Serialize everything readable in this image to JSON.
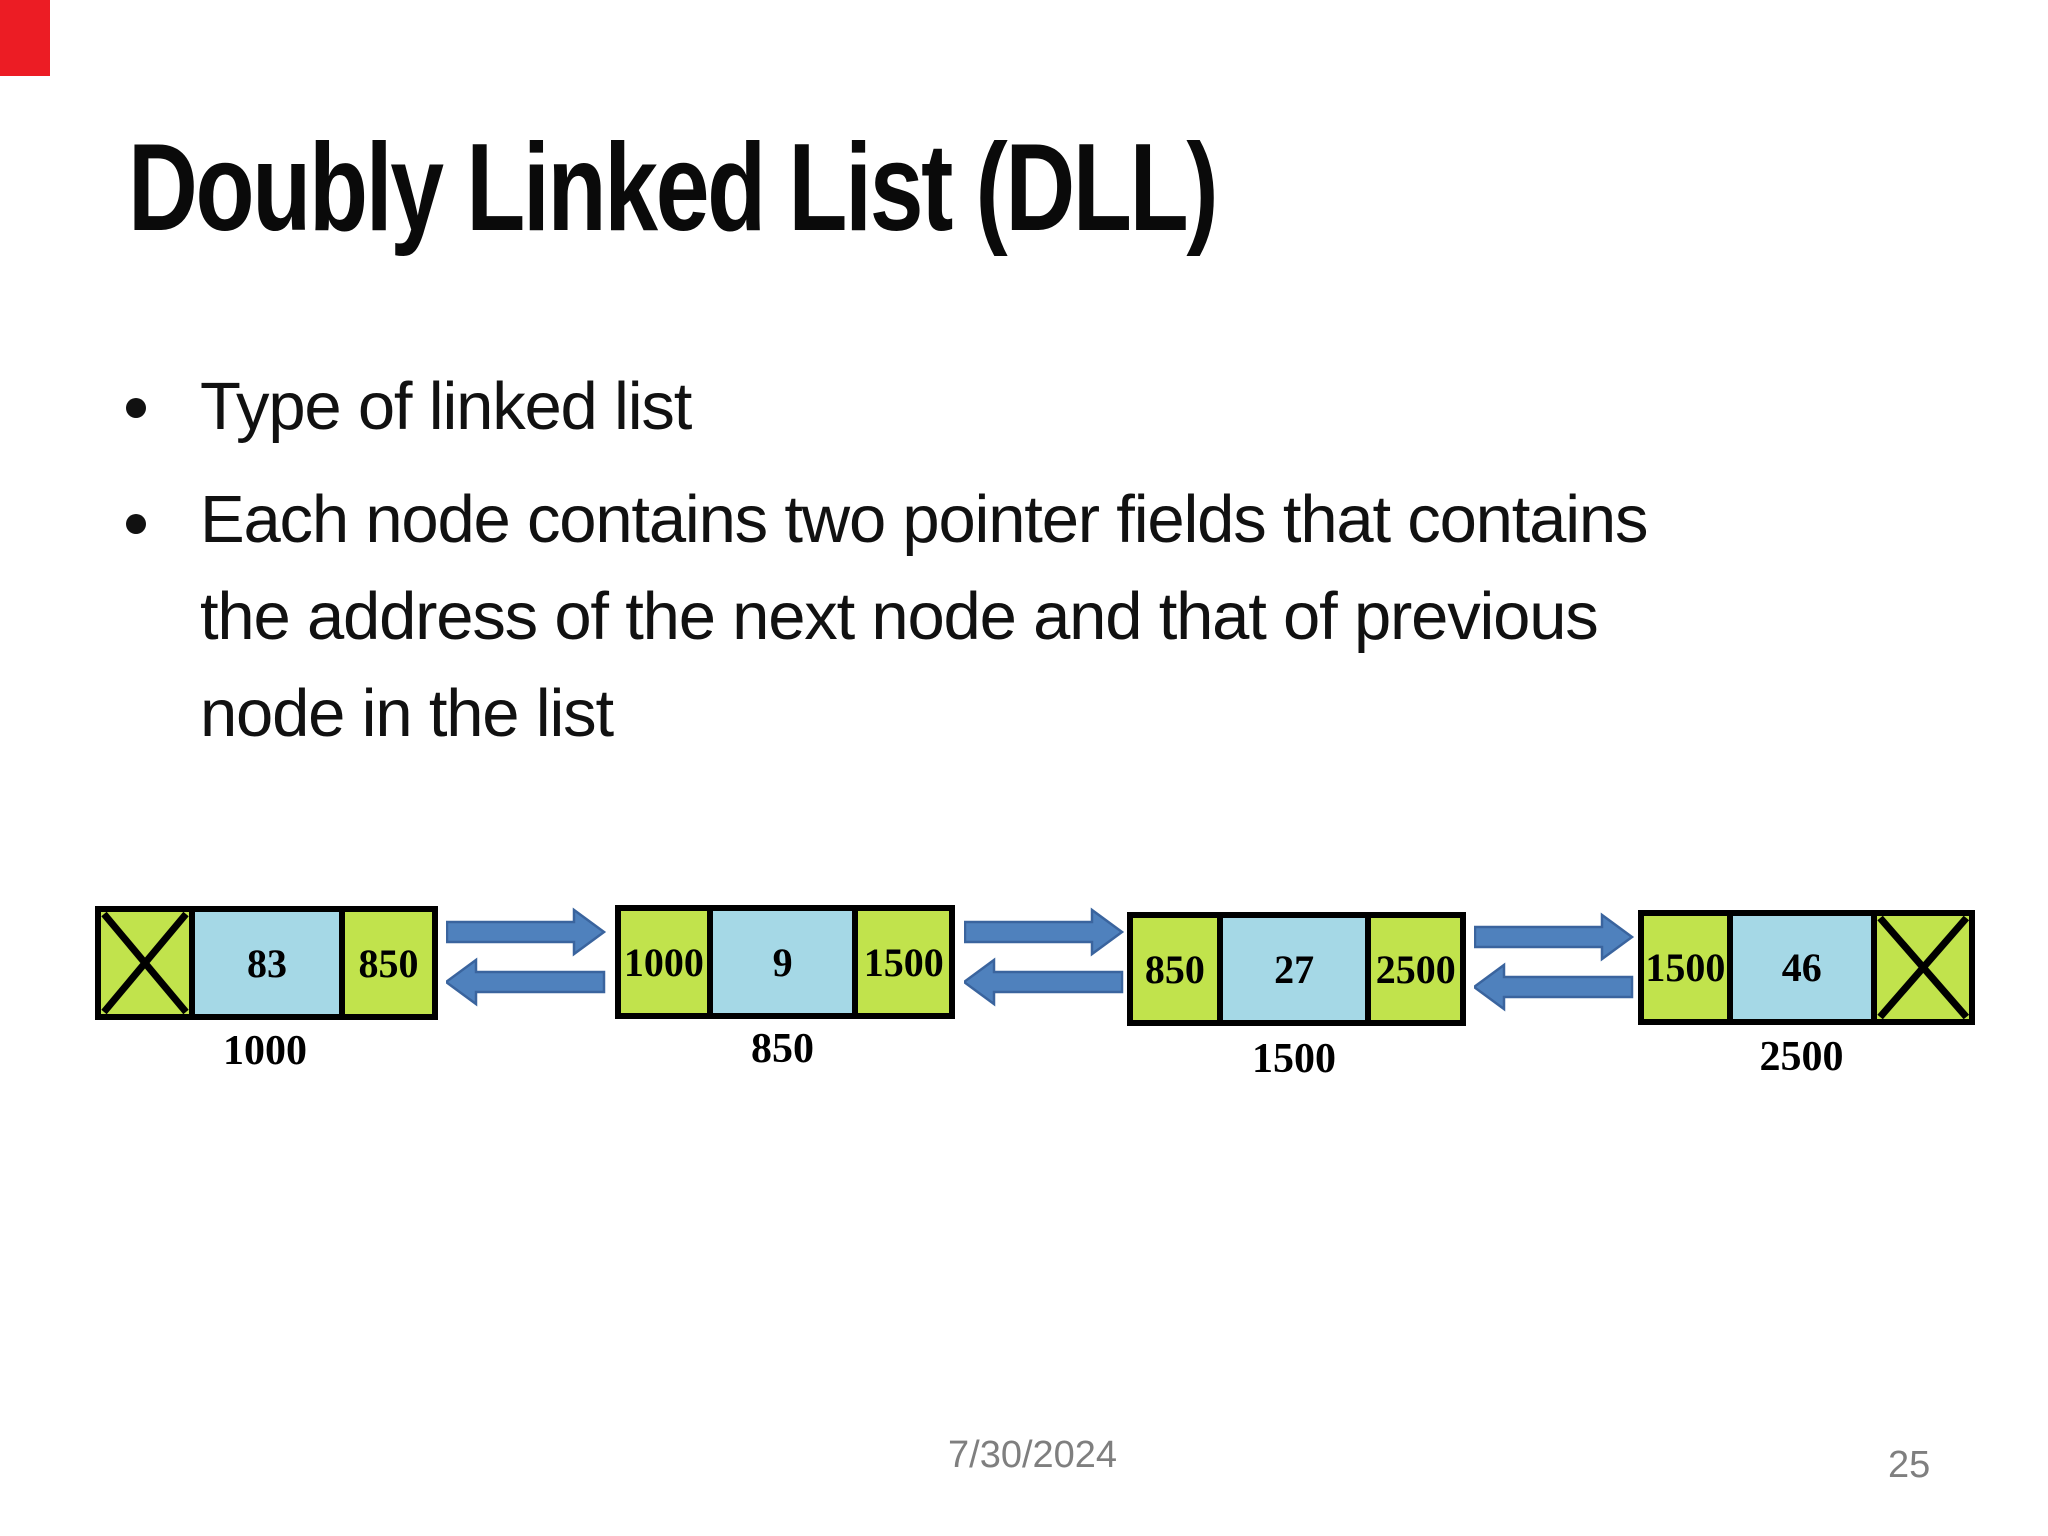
{
  "slide": {
    "title": "Doubly Linked List (DLL)",
    "bullets": [
      {
        "lines": [
          "Type of linked list"
        ]
      },
      {
        "lines": [
          "Each node contains two pointer fields that contains",
          "the address of the next node and that of previous",
          "node in the list"
        ]
      }
    ],
    "footer": {
      "date": "7/30/2024",
      "page_number": "25"
    }
  },
  "diagram": {
    "description": "doubly linked list with four nodes; crossed cells are NULL pointers",
    "nodes": [
      {
        "prev": null,
        "value": "83",
        "next": "850",
        "address": "1000"
      },
      {
        "prev": "1000",
        "value": "9",
        "next": "1500",
        "address": "850"
      },
      {
        "prev": "850",
        "value": "27",
        "next": "2500",
        "address": "1500"
      },
      {
        "prev": "1500",
        "value": "46",
        "next": null,
        "address": "2500"
      }
    ],
    "colors": {
      "pointer_cell_green": "#c1e34c",
      "data_cell_blue": "#a5d8e6",
      "arrow_fill": "#4f81bd",
      "arrow_border": "#3a649e",
      "node_border": "#000000"
    }
  },
  "accent": {
    "corner_mark_color": "#ec1c24"
  }
}
